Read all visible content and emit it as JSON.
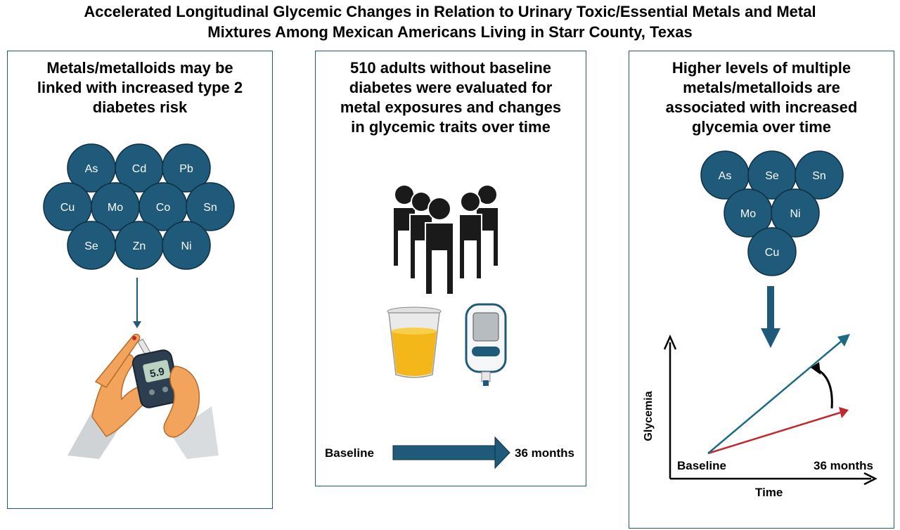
{
  "title": {
    "line1": "Accelerated Longitudinal Glycemic Changes in Relation to Urinary Toxic/Essential Metals and Metal",
    "line2": "Mixtures Among Mexican Americans Living in Starr County, Texas"
  },
  "panels": [
    {
      "heading": [
        "Metals/metalloids may be",
        "linked with increased type 2",
        "diabetes risk"
      ],
      "metals": [
        "As",
        "Cd",
        "Pb",
        "Cu",
        "Mo",
        "Co",
        "Sn",
        "Se",
        "Zn",
        "Ni"
      ],
      "glucometer_reading": "5.9"
    },
    {
      "heading": [
        "510 adults without baseline",
        "diabetes were evaluated for",
        "metal exposures and changes",
        "in glycemic traits over time"
      ],
      "timeline": {
        "start": "Baseline",
        "end": "36 months"
      }
    },
    {
      "heading": [
        "Higher levels of multiple",
        "metals/metalloids are",
        "associated with increased",
        "glycemia over time"
      ],
      "metals": [
        "As",
        "Se",
        "Sn",
        "Mo",
        "Ni",
        "Cu"
      ],
      "graph": {
        "ylabel": "Glycemia",
        "xlabel": "Time",
        "start": "Baseline",
        "end": "36 months"
      }
    }
  ],
  "colors": {
    "circle": "#1f5a7a",
    "accent": "#1f5a7a",
    "red": "#c0282d",
    "teal": "#1d6a84"
  }
}
